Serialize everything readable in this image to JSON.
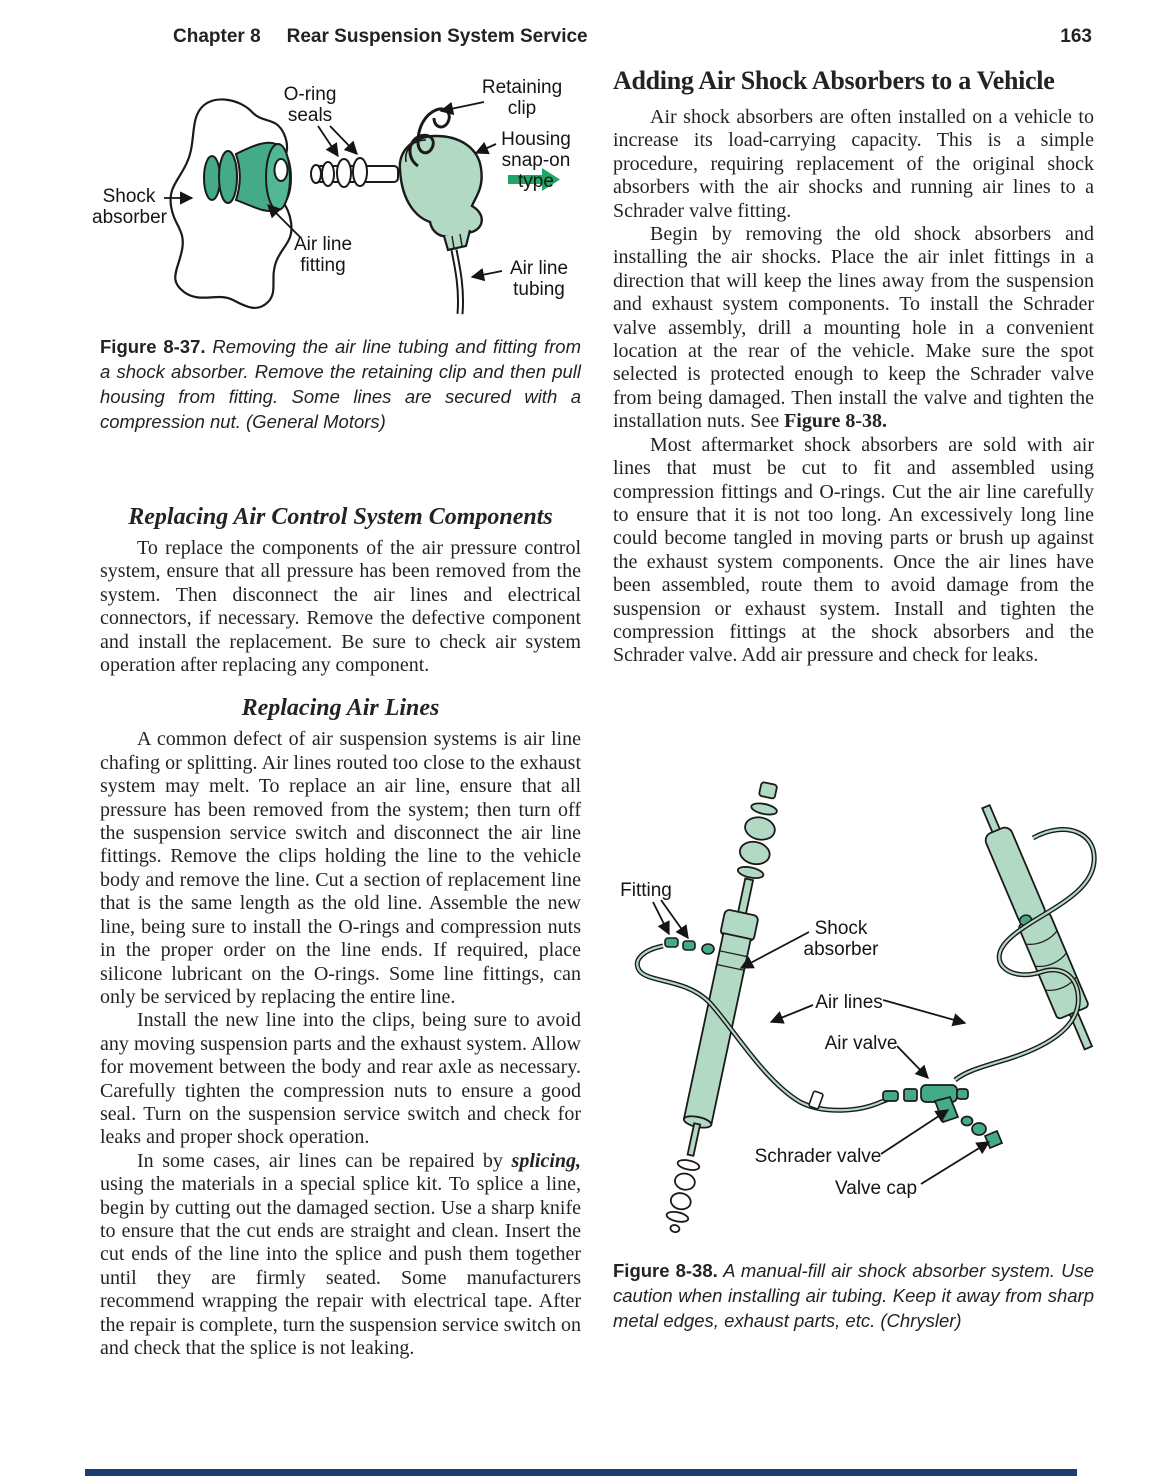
{
  "header": {
    "chapter": "Chapter 8",
    "title": "Rear Suspension System Service",
    "page_number": "163"
  },
  "left_column": {
    "figure_37": {
      "labels": {
        "oring_seals": "O-ring seals",
        "retaining_clip": "Retaining clip",
        "housing": "Housing snap-on type",
        "shock_absorber": "Shock absorber",
        "air_line_fitting": "Air line fitting",
        "air_line_tubing": "Air line tubing"
      },
      "caption_label": "Figure 8-37.",
      "caption": " Removing the air line tubing and fitting from a shock absorber. Remove the retaining clip and then pull housing from fitting. Some lines are secured with a compression nut. (General Motors)"
    },
    "section_air_control": {
      "heading": "Replacing Air Control System Components",
      "paragraph": "To replace the components of the air pressure control system, ensure that all pressure has been removed from the system. Then disconnect the air lines and electrical connectors, if necessary. Remove the defective component and install the replacement. Be sure to check air system operation after replacing any component."
    },
    "section_air_lines": {
      "heading": "Replacing Air Lines",
      "paragraph_1": "A common defect of air suspension systems is air line chafing or splitting. Air lines routed too close to the exhaust system may melt. To replace an air line, ensure that all pressure has been removed from the system; then turn off the suspension service switch and disconnect the air line fittings. Remove the clips holding the line to the vehicle body and remove the line. Cut a section of replacement line that is the same length as the old line. Assemble the new line, being sure to install the O-rings and compression nuts in the proper order on the line ends. If required, place silicone lubricant on the O-rings. Some line fittings, can only be serviced by replacing the entire line.",
      "paragraph_2": "Install the new line into the clips, being sure to avoid any moving suspension parts and the exhaust system. Allow for movement between the body and rear axle as necessary. Carefully tighten the compression nuts to ensure a good seal. Turn on the suspension service switch and check for leaks and proper shock operation.",
      "paragraph_3_before": "In some cases, air lines can be repaired by ",
      "paragraph_3_term": "splicing,",
      "paragraph_3_after": " using the materials in a special splice kit. To splice a line, begin by cutting out the damaged section. Use a sharp knife to ensure that the cut ends are straight and clean. Insert the cut ends of the line into the splice and push them together until they are firmly seated. Some manufacturers recommend wrapping the repair with electrical tape. After the repair is complete, turn the suspension service switch on and check that the splice is not leaking."
    }
  },
  "right_column": {
    "heading": "Adding Air Shock Absorbers to a Vehicle",
    "paragraph_1": "Air shock absorbers are often installed on a vehicle to increase its load-carrying capacity. This is a simple procedure, requiring replacement of the original shock absorbers with the air shocks and running air lines to a Schrader valve fitting.",
    "paragraph_2_before": "Begin by removing the old shock absorbers and installing the air shocks. Place the air inlet fittings in a direction that will keep the lines away from the suspension and exhaust system components. To install the Schrader valve assembly, drill a mounting hole in a convenient location at the rear of the vehicle. Make sure the spot selected is protected enough to keep the Schrader valve from being damaged. Then install the valve and tighten the installation nuts. See ",
    "paragraph_2_ref": "Figure 8-38.",
    "paragraph_3": "Most aftermarket shock absorbers are sold with air lines that must be cut to fit and assembled using compression fittings and O-rings. Cut the air line carefully to ensure that it is not too long. An excessively long line could become tangled in moving parts or brush up against the exhaust system components. Once the air lines have been assembled, route them to avoid damage from the suspension or exhaust system. Install and tighten the compression fittings at the shock absorbers and the Schrader valve. Add air pressure and check for leaks.",
    "figure_38": {
      "labels": {
        "fitting": "Fitting",
        "shock_absorber": "Shock absorber",
        "air_lines": "Air lines",
        "air_valve": "Air valve",
        "schrader_valve": "Schrader valve",
        "valve_cap": "Valve cap"
      },
      "caption_label": "Figure 8-38.",
      "caption": " A manual-fill air shock absorber system. Use caution when installing air tubing. Keep it away from sharp metal edges, exhaust parts, etc. (Chrysler)"
    }
  },
  "colors": {
    "illustration_light_green": "#b2d9c3",
    "illustration_mid_green": "#45ab87",
    "arrow_green": "#21a568",
    "footer_bar_navy": "#1d3d6e",
    "text": "#262222"
  }
}
